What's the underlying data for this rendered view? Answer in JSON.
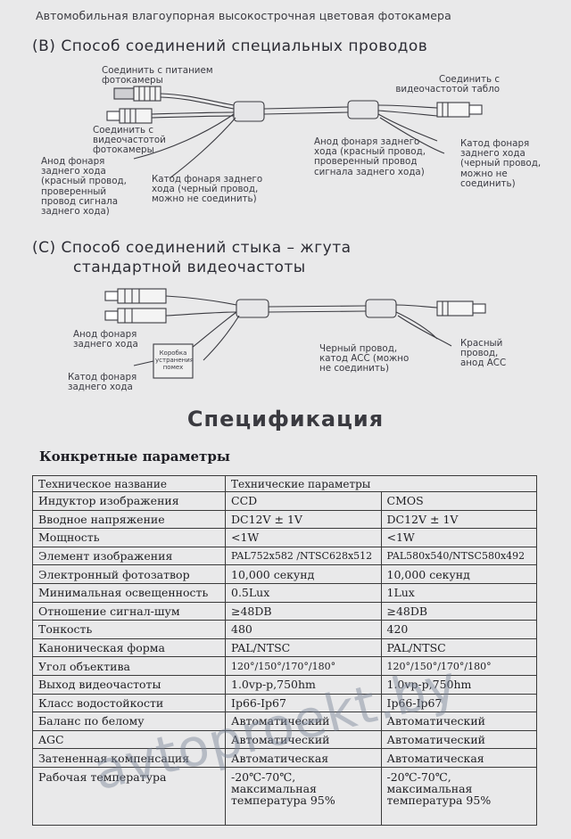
{
  "header": "Автомобильная влагоупорная высокострочная цветовая фотокамера",
  "section_b": {
    "title": "(B) Способ соединений специальных проводов",
    "labels": {
      "power": [
        "Соединить с питанием",
        "фотокамеры"
      ],
      "video_out": [
        "Соединить с",
        "видеочастотой",
        "фотокамеры"
      ],
      "anode_left": [
        "Анод фонаря",
        "заднего хода",
        "(красный провод,",
        "проверенный",
        "провод сигнала",
        "заднего хода)"
      ],
      "cathode_left": [
        "Катод фонаря заднего",
        "хода (черный провод,",
        "можно не соединить)"
      ],
      "display": [
        "Соединить с",
        "видеочастотой табло"
      ],
      "anode_right": [
        "Анод фонаря заднего",
        "хода (красный провод,",
        "проверенный провод",
        "сигнала заднего хода)"
      ],
      "cathode_right": [
        "Катод фонаря",
        "заднего хода",
        "(черный провод,",
        "можно не",
        "соединить)"
      ]
    }
  },
  "section_c": {
    "title_line1": "(C) Способ соединений стыка – жгута",
    "title_line2": "стандартной видеочастоты",
    "labels": {
      "anode": [
        "Анод фонаря",
        "заднего хода"
      ],
      "box": [
        "Коробка",
        "устранения",
        "помех"
      ],
      "cathode": [
        "Катод фонаря",
        "заднего хода"
      ],
      "black_wire": [
        "Черный провод,",
        "катод АСС (можно",
        "не соединить)"
      ],
      "red_wire": [
        "Красный",
        "провод,",
        "анод АСС"
      ]
    }
  },
  "spec_title": "Спецификация",
  "params_title": "Конкретные параметры",
  "table": {
    "headers": [
      "Техническое название",
      "Технические параметры"
    ],
    "rows": [
      [
        "Индуктор изображения",
        "CCD",
        "CMOS"
      ],
      [
        "Вводное напряжение",
        "DC12V ± 1V",
        "DC12V ± 1V"
      ],
      [
        "Мощность",
        "<1W",
        "<1W"
      ],
      [
        "Элемент изображения",
        "PAL752x582 /NTSC628x512",
        "PAL580x540/NTSC580x492"
      ],
      [
        "Электронный фотозатвор",
        "10,000 секунд",
        "10,000 секунд"
      ],
      [
        "Минимальная освещенность",
        "0.5Lux",
        "1Lux"
      ],
      [
        "Отношение сигнал-шум",
        "≥48DB",
        "≥48DB"
      ],
      [
        "Тонкость",
        "480",
        "420"
      ],
      [
        "Каноническая форма",
        "PAL/NTSC",
        "PAL/NTSC"
      ],
      [
        "Угол объектива",
        "120°/150°/170°/180°",
        "120°/150°/170°/180°"
      ],
      [
        "Выход видеочастоты",
        "1.0vp-p,750hm",
        "1.0vp-p,750hm"
      ],
      [
        "Класс водостойкости",
        "Ip66-Ip67",
        "Ip66-Ip67"
      ],
      [
        "Баланс по белому",
        "Автоматический",
        "Автоматический"
      ],
      [
        "AGC",
        "Автоматический",
        "Автоматический"
      ],
      [
        "Затененная компенсация",
        "Автоматическая",
        "Автоматическая"
      ],
      [
        "Рабочая температура",
        "-20℃-70℃, максимальная температура 95%",
        "-20℃-70℃, максимальная температура 95%"
      ]
    ]
  },
  "watermark": "avtoproekt.by"
}
